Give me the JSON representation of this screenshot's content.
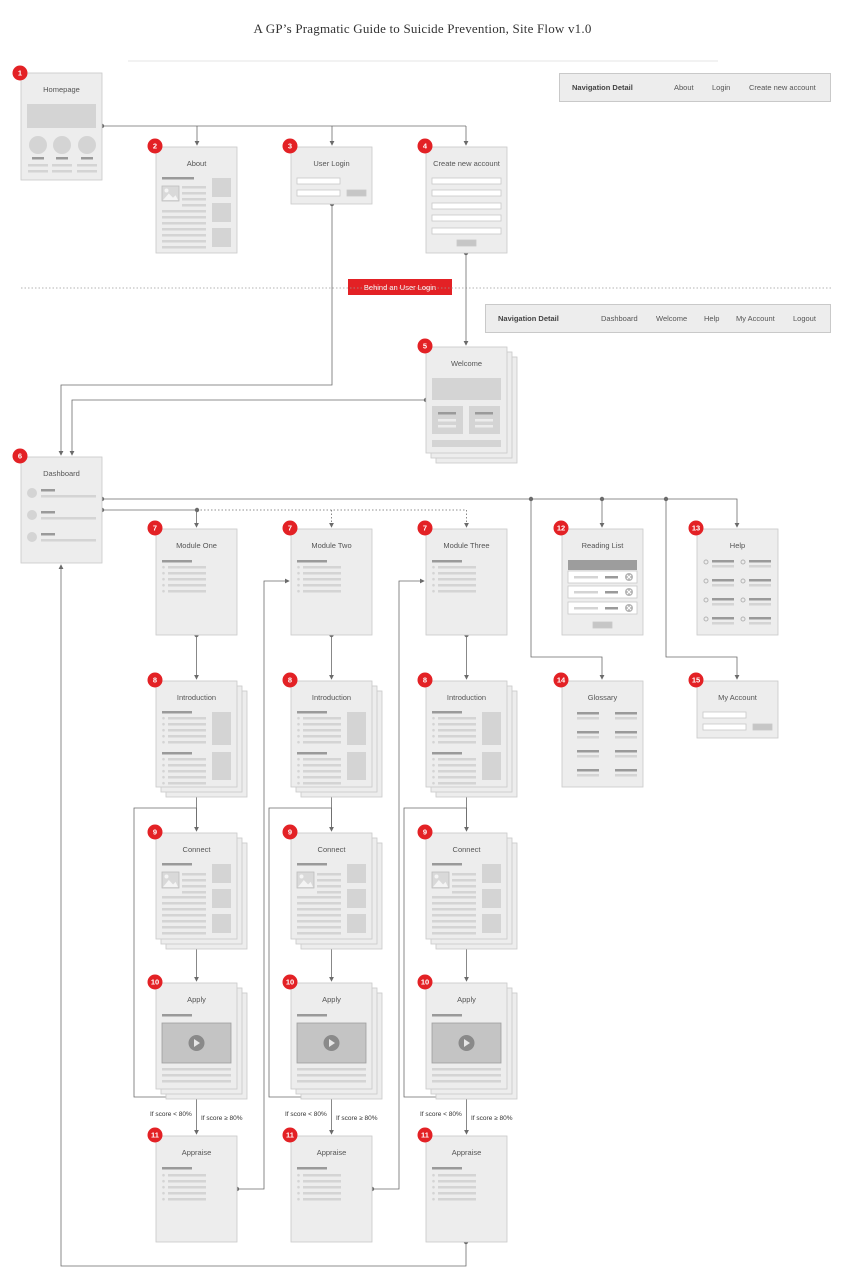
{
  "title": "A GP’s Pragmatic Guide to Suicide Prevention, Site Flow v1.0",
  "behind_login_label": "Behind an User Login",
  "nav_public": {
    "label": "Navigation Detail",
    "items": [
      "About",
      "Login",
      "Create new account"
    ]
  },
  "nav_private": {
    "label": "Navigation Detail",
    "items": [
      "Dashboard",
      "Welcome",
      "Help",
      "My Account",
      "Logout"
    ]
  },
  "nodes": {
    "homepage": {
      "badge": "1",
      "title": "Homepage"
    },
    "about": {
      "badge": "2",
      "title": "About"
    },
    "login": {
      "badge": "3",
      "title": "User Login"
    },
    "create": {
      "badge": "4",
      "title": "Create new account"
    },
    "welcome": {
      "badge": "5",
      "title": "Welcome"
    },
    "dashboard": {
      "badge": "6",
      "title": "Dashboard"
    },
    "reading": {
      "badge": "12",
      "title": "Reading List"
    },
    "help": {
      "badge": "13",
      "title": "Help"
    },
    "glossary": {
      "badge": "14",
      "title": "Glossary"
    },
    "myaccount": {
      "badge": "15",
      "title": "My Account"
    }
  },
  "modules": [
    {
      "badge": "7",
      "title": "Module One"
    },
    {
      "badge": "7",
      "title": "Module Two"
    },
    {
      "badge": "7",
      "title": "Module Three"
    }
  ],
  "steps": [
    {
      "badge": "8",
      "title": "Introduction"
    },
    {
      "badge": "9",
      "title": "Connect"
    },
    {
      "badge": "10",
      "title": "Apply"
    },
    {
      "badge": "11",
      "title": "Appraise"
    }
  ],
  "conditions": {
    "fail": "If score < 80%",
    "pass": "If score ≥ 80%"
  },
  "colors": {
    "badge": "#e32125",
    "card": "#ededed",
    "card_border": "#c8c8c8",
    "line": "#6b6b6b",
    "placeholder": "#d4d4d4",
    "bar": "#9a9a9a"
  }
}
